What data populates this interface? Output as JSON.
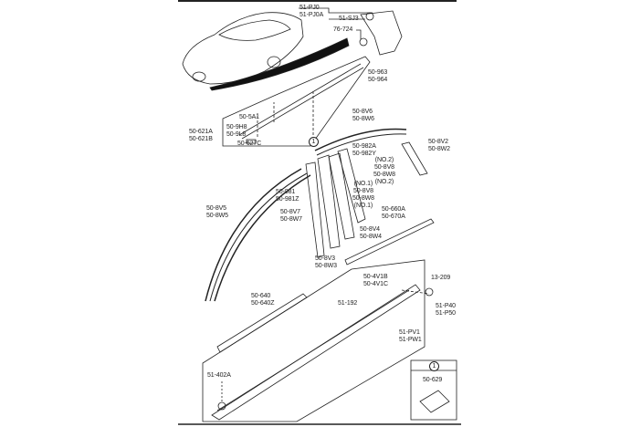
{
  "diagram": {
    "callout_marker": "1",
    "labels": {
      "pj0": [
        "51-PJ0",
        "51-PJ0A"
      ],
      "sj3": "51-SJ3",
      "p76": "76-724",
      "p963": [
        "50-963",
        "50-964"
      ],
      "p5a1": "50-5A1",
      "p9h8": [
        "50-9H8",
        "50-9L8"
      ],
      "p621": [
        "50-621A",
        "50-621B"
      ],
      "p627": "50-627C",
      "p8v6": [
        "50-8V6",
        "50-8W6"
      ],
      "p982": [
        "50-982A",
        "50-982Y"
      ],
      "p8v2": [
        "50-8V2",
        "50-8W2"
      ],
      "p8v8no2": [
        "(NO.2)",
        "50-8V8",
        "50-8W8",
        "(NO.2)"
      ],
      "p981": [
        "50-981",
        "50-981Z"
      ],
      "p8v8no1": [
        "(NO.1)",
        "50-8V8",
        "50-8W8",
        "(NO.1)"
      ],
      "p8v5": [
        "50-8V5",
        "50-8W5"
      ],
      "p8v7": [
        "50-8V7",
        "50-8W7"
      ],
      "p660": [
        "50-660A",
        "50-670A"
      ],
      "p8v4": [
        "50-8V4",
        "50-8W4"
      ],
      "p8v3": [
        "50-8V3",
        "50-8W3"
      ],
      "p640": [
        "50-640",
        "50-640Z"
      ],
      "p4v1": [
        "50-4V1B",
        "50-4V1C"
      ],
      "p13209": "13-209",
      "p51192": "51-192",
      "p40": [
        "51-P40",
        "51-P50"
      ],
      "pv1": [
        "51-PV1",
        "51-PW1"
      ],
      "p402": "51-402A"
    },
    "inset": {
      "marker": "1",
      "part": "50-629"
    }
  }
}
